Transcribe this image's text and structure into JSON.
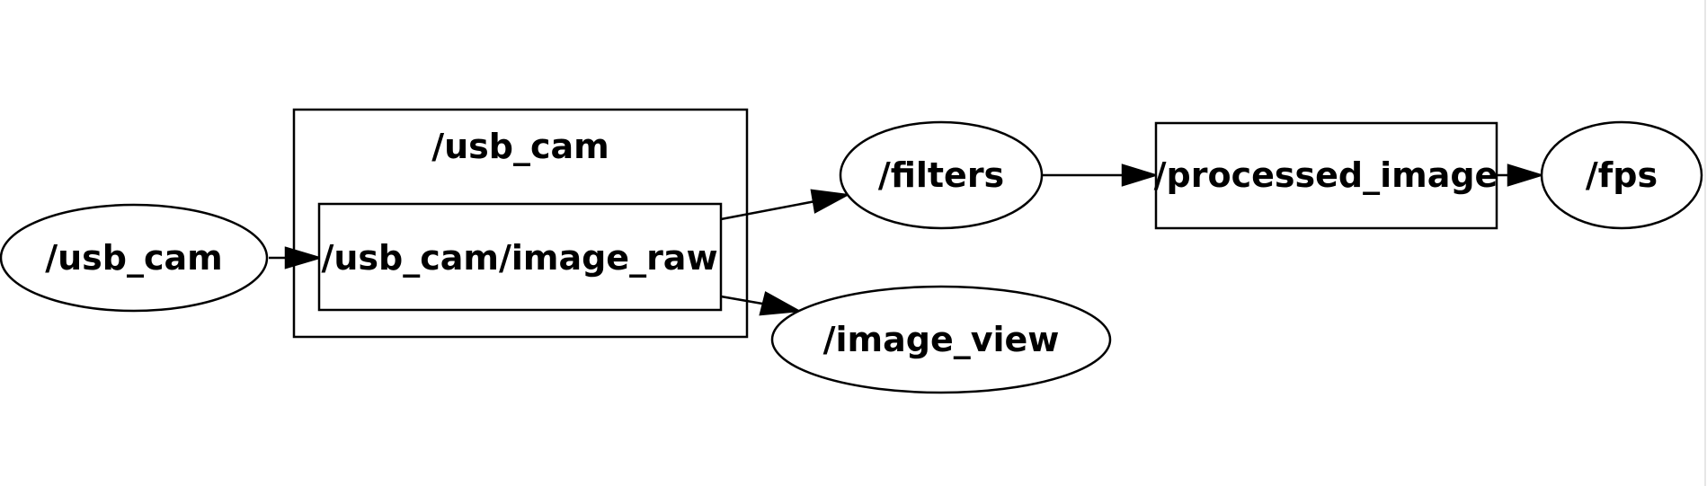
{
  "graph": {
    "namespace_label": "/usb_cam",
    "nodes": {
      "usb_cam": {
        "label": "/usb_cam",
        "shape": "ellipse"
      },
      "image_raw": {
        "label": "/usb_cam/image_raw",
        "shape": "box"
      },
      "filters": {
        "label": "/filters",
        "shape": "ellipse"
      },
      "image_view": {
        "label": "/image_view",
        "shape": "ellipse"
      },
      "processed_image": {
        "label": "/processed_image",
        "shape": "box"
      },
      "fps": {
        "label": "/fps",
        "shape": "ellipse"
      }
    },
    "edges": [
      {
        "from": "/usb_cam",
        "to": "/usb_cam/image_raw"
      },
      {
        "from": "/usb_cam/image_raw",
        "to": "/filters"
      },
      {
        "from": "/usb_cam/image_raw",
        "to": "/image_view"
      },
      {
        "from": "/filters",
        "to": "/processed_image"
      },
      {
        "from": "/processed_image",
        "to": "/fps"
      }
    ],
    "colors": {
      "stroke": "#000000",
      "fill": "#ffffff",
      "text": "#000000"
    }
  }
}
